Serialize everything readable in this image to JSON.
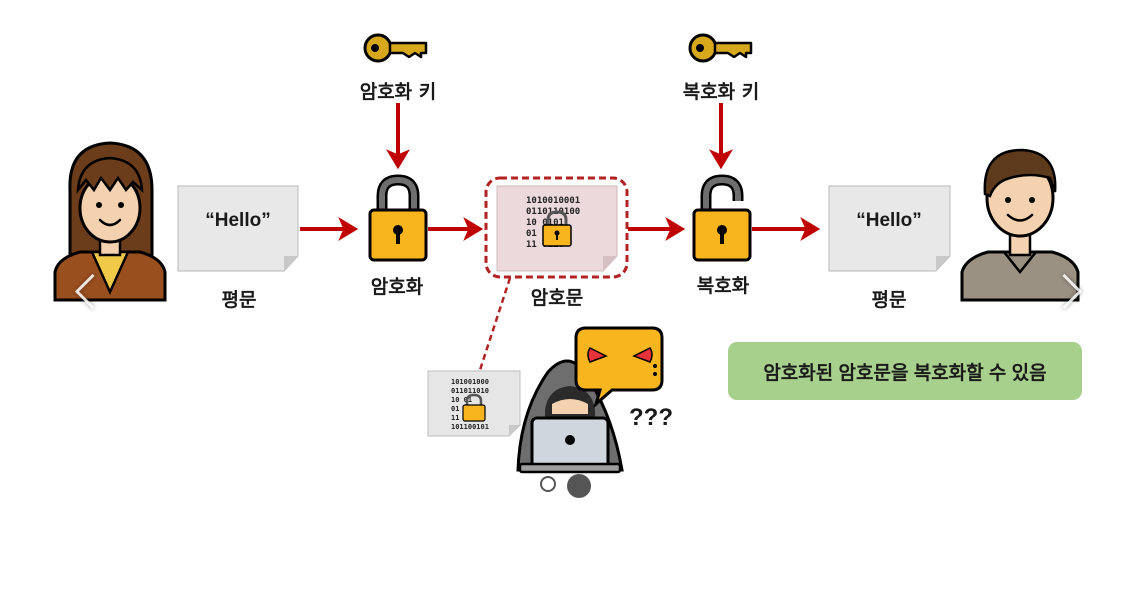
{
  "labels": {
    "encrypt_key": "암호화 키",
    "decrypt_key": "복호화 키",
    "plaintext_left": "평문",
    "encrypt": "암호화",
    "ciphertext": "암호문",
    "decrypt": "복호화",
    "plaintext_right": "평문"
  },
  "messages": {
    "left": "“Hello”",
    "right": "“Hello”"
  },
  "attacker_text": "???",
  "callout": "암호화된 암호문을 복호화할 수 있음",
  "colors": {
    "arrow": "#c00000",
    "key": "#d8a81c",
    "lock_body": "#f9b51e",
    "callout_bg": "#a8d08d",
    "cipher_box_bg": "#ecd9db",
    "cipher_border": "#b22222"
  },
  "carousel": {
    "pages": 2,
    "active_index": 1
  },
  "icons": [
    "key-icon",
    "lock-icon",
    "person-icon",
    "hacker-icon",
    "document-icon"
  ]
}
